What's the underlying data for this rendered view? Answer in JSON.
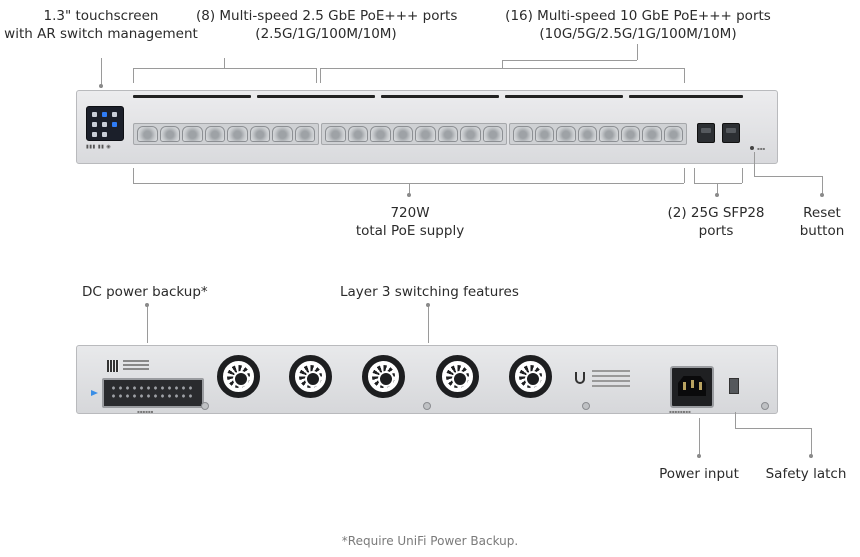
{
  "front_labels": {
    "touchscreen": [
      "1.3\" touchscreen",
      "with AR switch management"
    ],
    "ports_25g": [
      "(8) Multi-speed 2.5 GbE PoE+++ ports",
      "(2.5G/1G/100M/10M)"
    ],
    "ports_10g": [
      "(16) Multi-speed 10 GbE PoE+++ ports",
      "(10G/5G/2.5G/1G/100M/10M)"
    ],
    "poe_supply": [
      "720W",
      "total PoE supply"
    ],
    "sfp28": [
      "(2) 25G SFP28",
      "ports"
    ],
    "reset": [
      "Reset",
      "button"
    ]
  },
  "rear_labels": {
    "dc_backup": "DC power backup*",
    "layer3": "Layer 3 switching features",
    "power_input": "Power input",
    "safety_latch": "Safety latch"
  },
  "footnote": "*Require UniFi Power Backup.",
  "colors": {
    "chassis": "#dfe0e3",
    "line": "#9a9a9a",
    "text": "#2b2b2b",
    "screen": "#1b1f2a"
  },
  "icons": [
    "touchscreen-icon",
    "fan-icon",
    "power-socket-icon",
    "unifi-logo-icon"
  ]
}
